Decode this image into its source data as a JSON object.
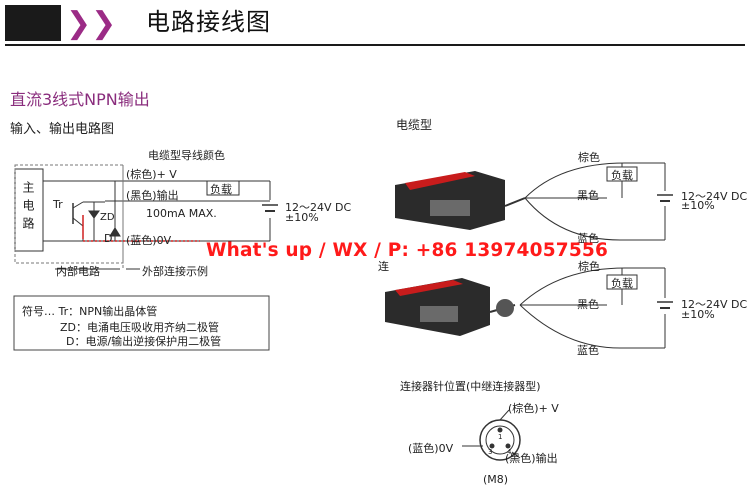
{
  "header": {
    "title": "电路接线图",
    "chevrons": "❯❯",
    "accent_color": "#9b2b86"
  },
  "section": {
    "title": "直流3线式NPN输出",
    "subtitle": "输入、输出电路图",
    "cable_type_label": "电缆型"
  },
  "circuit": {
    "main_circuit_label": "主电路",
    "wire_color_header": "电缆型导线颜色",
    "wire_brown": "(棕色)+ V",
    "wire_black": "(黑色)输出",
    "wire_blue": "(蓝色)0V",
    "load_label": "负载",
    "tr_label": "Tr",
    "zd_label": "ZD",
    "d_label": "D",
    "current_label": "100mA MAX.",
    "voltage": "12～24V DC",
    "tolerance": "±10%",
    "internal_label": "内部电路",
    "external_label": "外部连接示例"
  },
  "legend": {
    "lines": [
      "符号… Tr：NPN输出晶体管",
      "ZD：电涌电压吸收用齐纳二极管",
      "D：电源/输出逆接保护用二极管"
    ]
  },
  "sensor1": {
    "brown": "棕色",
    "black": "黑色",
    "blue": "蓝色",
    "load": "负载",
    "voltage": "12～24V DC",
    "tolerance": "±10%"
  },
  "sensor2": {
    "label_partial": "连",
    "brown": "棕色",
    "black": "黑色",
    "blue": "蓝色",
    "load": "负载",
    "voltage": "12～24V DC",
    "tolerance": "±10%"
  },
  "connector": {
    "title": "连接器针位置(中继连接器型)",
    "pin_brown": "(棕色)+ V",
    "pin_blue": "(蓝色)0V",
    "pin_black": "(黑色)输出",
    "size": "(M8)",
    "pin_numbers": [
      "1",
      "3",
      "4"
    ]
  },
  "overlay": {
    "watermark": "What's up / WX / P: +86 13974057556"
  }
}
